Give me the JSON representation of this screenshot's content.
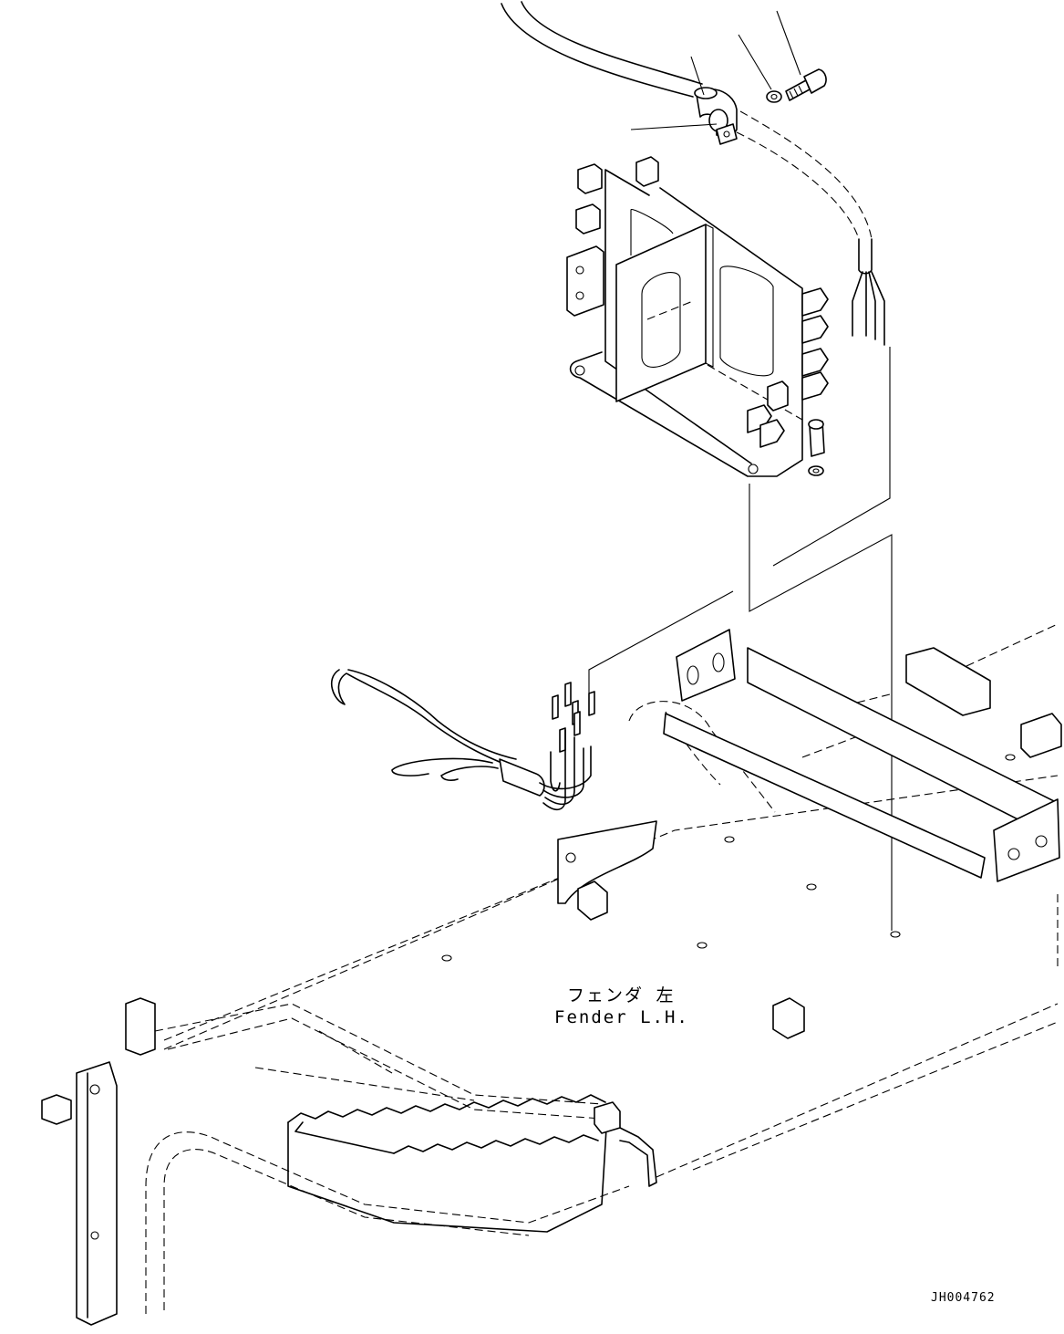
{
  "figure": {
    "part_label_japanese": "フェンダ 左",
    "part_label_english": "Fender L.H.",
    "drawing_number": "JH004762"
  },
  "components": [
    "wiring-harness",
    "harness-clamp",
    "clamp-bracket",
    "washer",
    "bolt",
    "controller-mount-bracket",
    "connector-terminals",
    "fender-left",
    "step"
  ]
}
